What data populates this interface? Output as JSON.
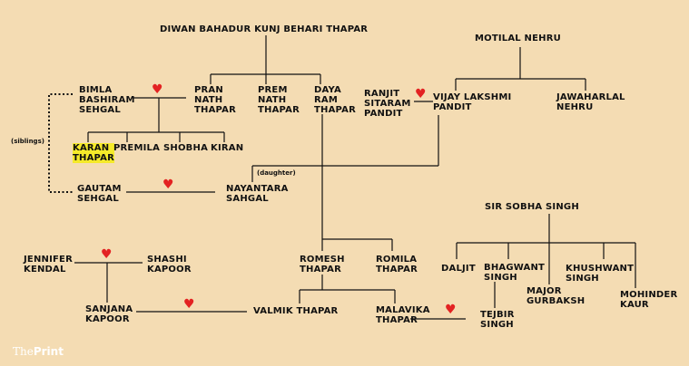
{
  "people": {
    "diwan": "DIWAN BAHADUR KUNJ BEHARI THAPAR",
    "motilal": "MOTILAL NEHRU",
    "bimla": "BIMLA\nBASHIRAM\nSEHGAL",
    "pran": "PRAN\nNATH\nTHAPAR",
    "prem": "PREM\nNATH\nTHAPAR",
    "daya": "DAYA\nRAM\nTHAPAR",
    "ranjit": "RANJIT\nSITARAM\nPANDIT",
    "vijay": "VIJAY LAKSHMI\nPANDIT",
    "jawaharlal": "JAWAHARLAL\nNEHRU",
    "karan": "KARAN\nTHAPAR",
    "premila": "PREMILA",
    "shobha": "SHOBHA",
    "kiran": "KIRAN",
    "gautam": "GAUTAM\nSEHGAL",
    "nayantara": "NAYANTARA\nSAHGAL",
    "sobha": "SIR SOBHA SINGH",
    "jennifer": "JENNIFER\nKENDAL",
    "shashi": "SHASHI\nKAPOOR",
    "romesh": "ROMESH\nTHAPAR",
    "romila": "ROMILA\nTHAPAR",
    "daljit": "DALJIT",
    "bhagwant": "BHAGWANT\nSINGH",
    "khushwant": "KHUSHWANT\nSINGH",
    "major": "MAJOR\nGURBAKSH",
    "mohinder": "MOHINDER\nKAUR",
    "sanjana": "SANJANA\nKAPOOR",
    "valmik": "VALMIK THAPAR",
    "malavika": "MALAVIKA\nTHAPAR",
    "tejbir": "TEJBIR\nSINGH"
  },
  "labels": {
    "siblings": "(siblings)",
    "daughter": "(daughter)"
  },
  "heart_symbol": "♥",
  "brand": {
    "prefix": "The",
    "name": "Print"
  },
  "colors": {
    "background": "#f4dcb3",
    "heart": "#e32222",
    "highlight": "#f5ea2a"
  }
}
